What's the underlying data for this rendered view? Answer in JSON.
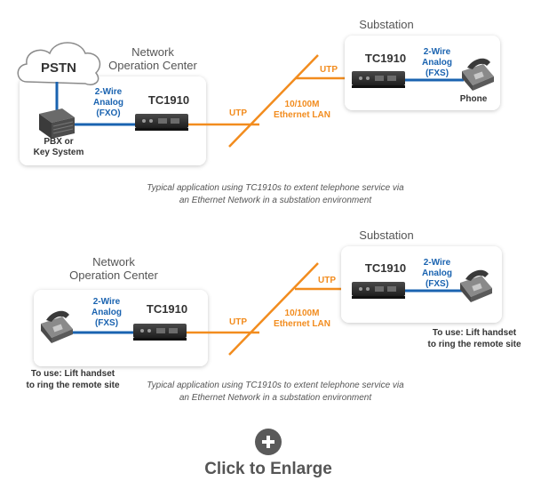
{
  "colors": {
    "orange": "#f28c1e",
    "blue": "#1a63b0",
    "box_bg": "#ffffff",
    "shadow": "#e2e2e2",
    "button": "#5a5a5a"
  },
  "top": {
    "noc_label": [
      "Network",
      "Operation Center"
    ],
    "substation_label": "Substation",
    "cloud_label": "PSTN",
    "pbx_label": [
      "PBX or",
      "Key System"
    ],
    "noc_link": [
      "2-Wire",
      "Analog",
      "(FXO)"
    ],
    "noc_device": "TC1910",
    "noc_utp": "UTP",
    "lan_label": [
      "10/100M",
      "Ethernet LAN"
    ],
    "sub_utp": "UTP",
    "sub_device": "TC1910",
    "sub_link": [
      "2-Wire",
      "Analog",
      "(FXS)"
    ],
    "phone_label": "Phone",
    "caption": [
      "Typical application using TC1910s to extent telephone service via",
      "an Ethernet Network in a substation environment"
    ]
  },
  "bottom": {
    "noc_label": [
      "Network",
      "Operation Center"
    ],
    "substation_label": "Substation",
    "noc_link": [
      "2-Wire",
      "Analog",
      "(FXS)"
    ],
    "noc_device": "TC1910",
    "noc_utp": "UTP",
    "lan_label": [
      "10/100M",
      "Ethernet LAN"
    ],
    "sub_utp": "UTP",
    "sub_device": "TC1910",
    "sub_link": [
      "2-Wire",
      "Analog",
      "(FXS)"
    ],
    "noc_note": [
      "To use: Lift handset",
      "to ring the remote site"
    ],
    "sub_note": [
      "To use: Lift handset",
      "to ring the remote site"
    ],
    "caption": [
      "Typical application using TC1910s to extent telephone service via",
      "an Ethernet Network in a substation environment"
    ]
  },
  "enlarge": {
    "icon": "plus-icon",
    "label": "Click to Enlarge"
  }
}
